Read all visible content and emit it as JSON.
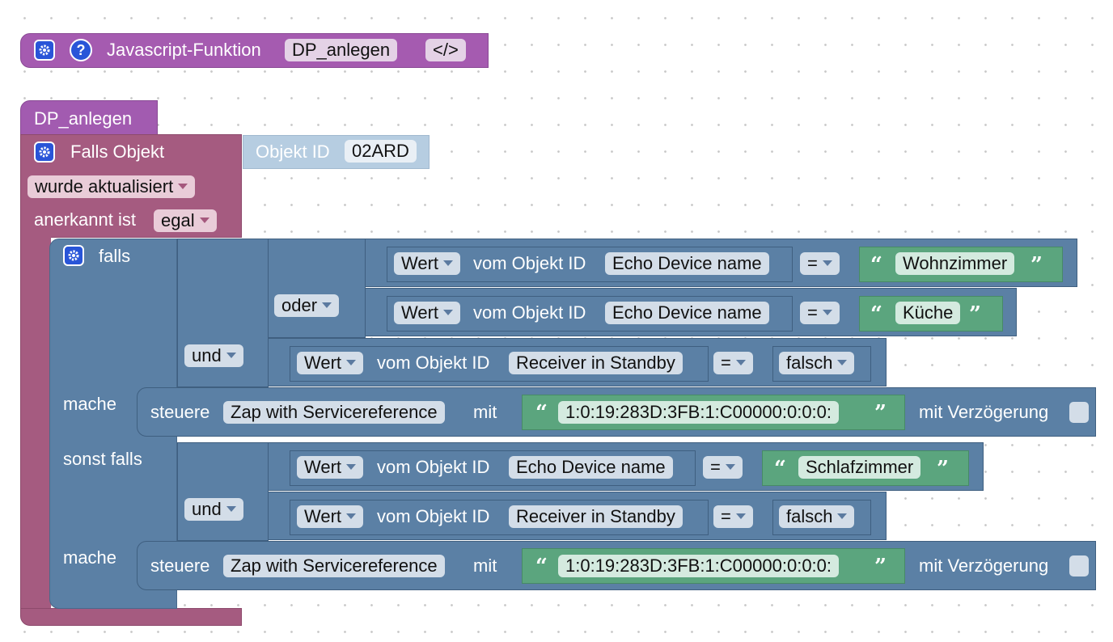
{
  "function_block": {
    "label": "Javascript-Funktion",
    "name_field": "DP_anlegen",
    "code_label": "</>"
  },
  "group_label": "DP_anlegen",
  "trigger": {
    "label": "Falls Objekt",
    "object_label": "Objekt ID",
    "object_value": "02ARD",
    "event_dropdown": "wurde aktualisiert",
    "ack_label": "anerkannt ist",
    "ack_dropdown": "egal"
  },
  "if_block": {
    "falls": "falls",
    "mache": "mache",
    "sonst_falls": "sonst falls"
  },
  "logic": {
    "oder": "oder",
    "und": "und"
  },
  "value_get": {
    "wert": "Wert",
    "vom_objekt": "vom Objekt ID"
  },
  "conditions": {
    "echo_device": "Echo Device name",
    "receiver_standby": "Receiver in Standby",
    "eq": "=",
    "falsch": "falsch",
    "wohnzimmer": "Wohnzimmer",
    "kueche": "Küche",
    "schlafzimmer": "Schlafzimmer"
  },
  "control": {
    "steuere": "steuere",
    "target": "Zap with Servicereference",
    "mit": "mit",
    "service_ref": "1:0:19:283D:3FB:1:C00000:0:0:0:",
    "delay_label": "mit Verzögerung"
  },
  "quotes": {
    "open": "“",
    "close": "”"
  },
  "icons": [
    "gear-icon",
    "help-icon"
  ],
  "colors": {
    "function_purple": "#a25bb0",
    "trigger_magenta": "#a55b80",
    "logic_blue": "#5b80a5",
    "text_green": "#5ba58c",
    "object_light": "#b3cbe0",
    "gear_blue": "#2955d8"
  }
}
